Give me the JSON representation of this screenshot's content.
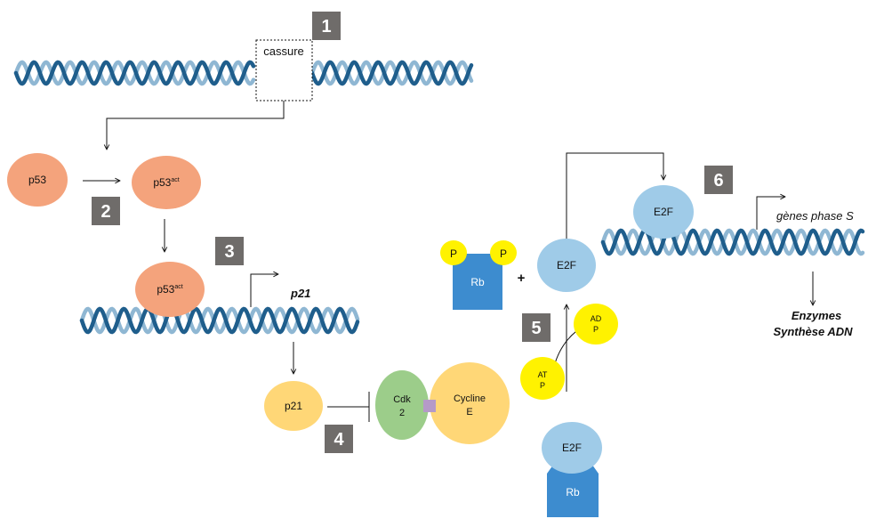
{
  "steps": [
    "1",
    "2",
    "3",
    "4",
    "5",
    "6"
  ],
  "labels": {
    "cassure": "cassure",
    "p53": "p53",
    "p53act_base": "p53",
    "act_sup": "act",
    "p21_gene": "p21",
    "p21_protein": "p21",
    "cdk_line1": "Cdk",
    "cdk_line2": "2",
    "cycline_line1": "Cycline",
    "cycline_line2": "E",
    "phosphate": "P",
    "rb": "Rb",
    "plus": "+",
    "e2f": "E2F",
    "atp_line1": "AT",
    "atp_line2": "P",
    "adp_line1": "AD",
    "adp_line2": "P",
    "genes_phase_s": "gènes phase S",
    "enzymes_line1": "Enzymes",
    "enzymes_line2": "Synthèse ADN"
  },
  "colors": {
    "dna_dark": "#1f5e8c",
    "dna_light": "#8fb7d3",
    "badge": "#6f6c6a",
    "p53": "#f4a37c",
    "p21": "#ffd777",
    "cdk2": "#9ccd8a",
    "cycline": "#ffd777",
    "linker": "#b59ac8",
    "rb": "#3d8ccf",
    "e2f": "#9fcbe8",
    "phosphate": "#fff200",
    "atp": "#fff200"
  }
}
